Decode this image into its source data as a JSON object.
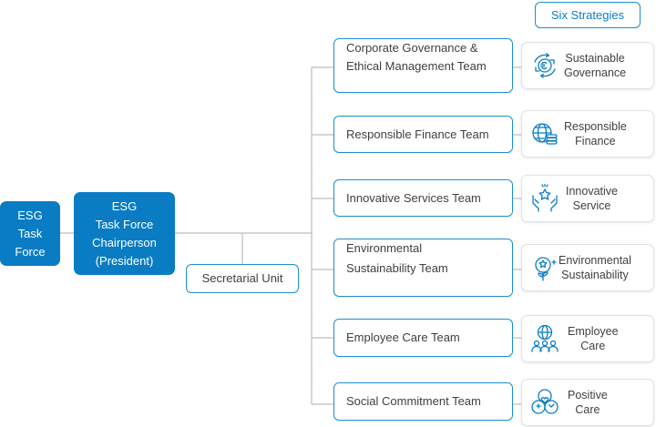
{
  "header": {
    "six_strategies": "Six Strategies"
  },
  "task_force": {
    "lines": [
      "ESG",
      "Task",
      "Force"
    ]
  },
  "chairperson": {
    "lines": [
      "ESG",
      "Task Force",
      "Chairperson",
      "(President)"
    ]
  },
  "secretarial_unit": "Secretarial Unit",
  "teams": [
    {
      "lines": [
        "Corporate Governance &",
        "Ethical Management Team"
      ]
    },
    {
      "lines": [
        "Responsible Finance Team"
      ]
    },
    {
      "lines": [
        "Innovative Services Team"
      ]
    },
    {
      "lines": [
        "Environmental",
        "Sustainability Team"
      ]
    },
    {
      "lines": [
        "Employee Care Team"
      ]
    },
    {
      "lines": [
        "Social Commitment Team"
      ]
    }
  ],
  "strategies": [
    {
      "icon": "recycle-money-icon",
      "lines": [
        "Sustainable",
        "Governance"
      ]
    },
    {
      "icon": "globe-coins-icon",
      "lines": [
        "Responsible",
        "Finance"
      ]
    },
    {
      "icon": "hands-star-icon",
      "lines": [
        "Innovative",
        "Service"
      ]
    },
    {
      "icon": "plant-sparkle-icon",
      "lines": [
        "Environmental",
        "Sustainability"
      ]
    },
    {
      "icon": "globe-people-icon",
      "lines": [
        "Employee",
        "Care"
      ]
    },
    {
      "icon": "circles-heart-icon",
      "lines": [
        "Positive",
        "Care"
      ]
    }
  ],
  "colors": {
    "primary_blue": "#0a7cc4",
    "outline_blue": "#1a8fcf",
    "connector_gray": "#bdbdbd"
  }
}
